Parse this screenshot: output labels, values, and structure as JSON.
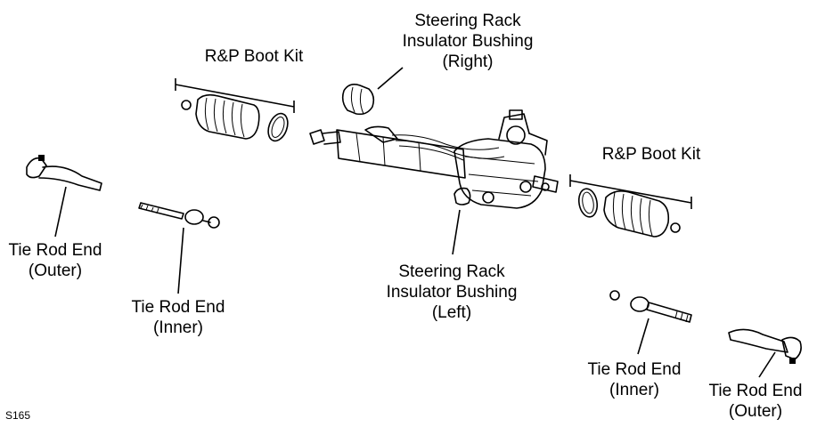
{
  "labels": {
    "insulator_right": [
      "Steering Rack",
      "Insulator Bushing",
      "(Right)"
    ],
    "boot_kit_left": "R&P Boot Kit",
    "boot_kit_right": "R&P Boot Kit",
    "tie_rod_outer_left": [
      "Tie Rod End",
      "(Outer)"
    ],
    "tie_rod_inner_left": [
      "Tie Rod End",
      "(Inner)"
    ],
    "insulator_left": [
      "Steering Rack",
      "Insulator Bushing",
      "(Left)"
    ],
    "tie_rod_inner_right": [
      "Tie Rod End",
      "(Inner)"
    ],
    "tie_rod_outer_right": [
      "Tie Rod End",
      "(Outer)"
    ]
  },
  "figure_code": "S165"
}
